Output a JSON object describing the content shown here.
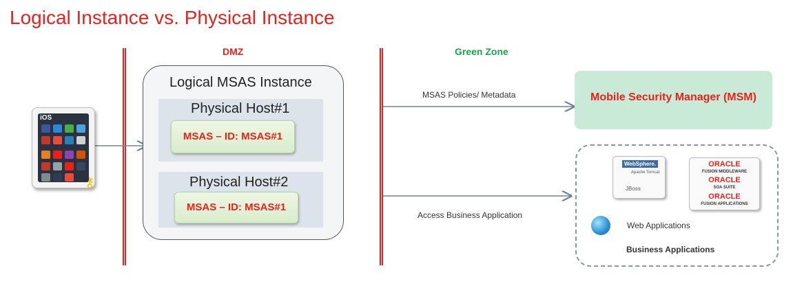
{
  "title": "Logical Instance vs. Physical Instance",
  "zones": {
    "dmz": "DMZ",
    "green": "Green Zone"
  },
  "logical_instance": {
    "title": "Logical MSAS Instance",
    "hosts": [
      {
        "title": "Physical Host#1",
        "instance": "MSAS – ID: MSAS#1"
      },
      {
        "title": "Physical Host#2",
        "instance": "MSAS – ID: MSAS#1"
      }
    ]
  },
  "msm": {
    "label": "Mobile Security Manager (MSM)"
  },
  "connections": {
    "policies": "MSAS  Policies/ Metadata",
    "access": "Access Business Application"
  },
  "business": {
    "web_apps": "Web Applications",
    "label": "Business Applications",
    "server1": {
      "websphere": "WebSphere.",
      "tomcat": "Apache Tomcat",
      "jboss": "JBoss"
    },
    "server2": {
      "oracle": "ORACLE",
      "fusion_mw": "FUSION MIDDLEWARE",
      "soa": "SOA SUITE",
      "fusion_apps": "FUSION APPLICATIONS"
    }
  },
  "device": {
    "os": "iOS"
  },
  "colors": {
    "red": "#e8221b",
    "green": "#1aa34a",
    "msm_bg": "#c9ead6"
  }
}
